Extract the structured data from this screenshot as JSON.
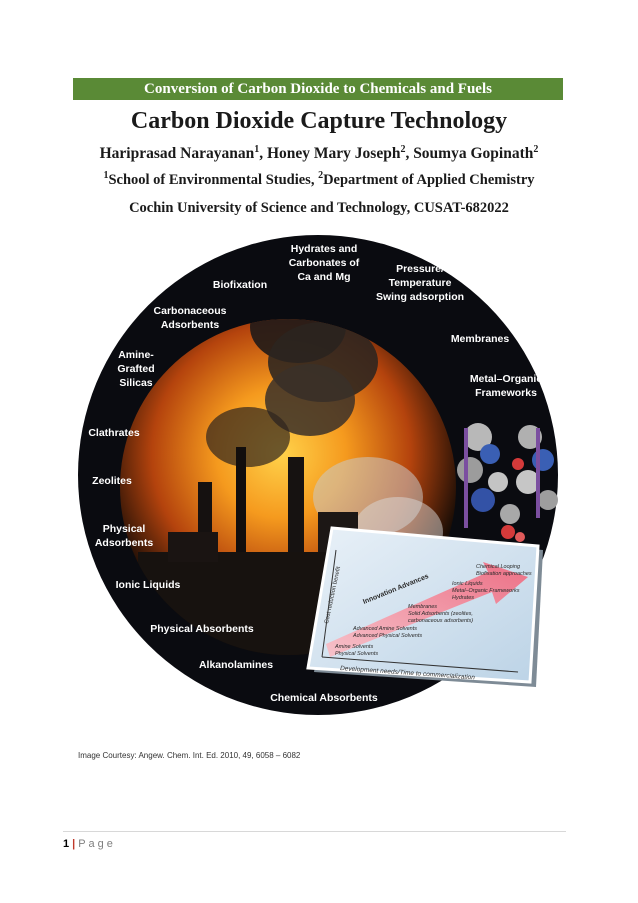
{
  "header": {
    "banner": "Conversion of Carbon Dioxide to Chemicals and Fuels",
    "title": "Carbon Dioxide Capture Technology"
  },
  "authors": [
    {
      "name": "Hariprasad Narayanan",
      "sup": "1"
    },
    {
      "name": "Honey Mary Joseph",
      "sup": "2"
    },
    {
      "name": "Soumya Gopinath",
      "sup": "2"
    }
  ],
  "affiliations": {
    "a1_sup": "1",
    "a1": "School of Environmental Studies, ",
    "a2_sup": "2",
    "a2": "Department of Applied Chemistry",
    "univ": "Cochin University of Science and Technology, CUSAT-682022"
  },
  "figure": {
    "labels": {
      "hydrates": [
        "Hydrates and",
        "Carbonates of",
        "Ca and Mg"
      ],
      "pressure": [
        "Pressure/",
        "Temperature",
        "Swing adsorption"
      ],
      "biofixation": [
        "Biofixation"
      ],
      "carbonaceous": [
        "Carbonaceous",
        "Adsorbents"
      ],
      "membranes": [
        "Membranes"
      ],
      "amine": [
        "Amine-",
        "Grafted",
        "Silicas"
      ],
      "mof": [
        "Metal–Organic",
        "Frameworks"
      ],
      "clathrates": [
        "Clathrates"
      ],
      "zeolites": [
        "Zeolites"
      ],
      "physical_ads": [
        "Physical",
        "Adsorbents"
      ],
      "ionic": [
        "Ionic Liquids"
      ],
      "physical_abs": [
        "Physical Absorbents"
      ],
      "alkanolamines": [
        "Alkanolamines"
      ],
      "chemical_abs": [
        "Chemical Absorbents"
      ]
    },
    "inset": {
      "y_axis": "Cost reduction benefit",
      "x_axis": "Development needs/Time to commercialization",
      "arrow": "Innovation Advances",
      "t1": [
        "Chemical Looping",
        "Biofixation approaches"
      ],
      "t2": [
        "Ionic Liquids",
        "Metal–Organic Frameworks",
        "Hydrates"
      ],
      "t3": [
        "Membranes",
        "Solid Adsorbents (zeolites,",
        "carbonaceous adsorbents)"
      ],
      "t4": [
        "Advanced Amine Solvents",
        "Advanced Physical Solvents"
      ],
      "t5": [
        "Amine Solvents",
        "Physical Solvents"
      ]
    }
  },
  "caption": "Image Courtesy: Angew. Chem. Int. Ed. 2010, 49, 6058 – 6082",
  "footer": {
    "page": "1",
    "sep": "|",
    "label": "Page"
  }
}
